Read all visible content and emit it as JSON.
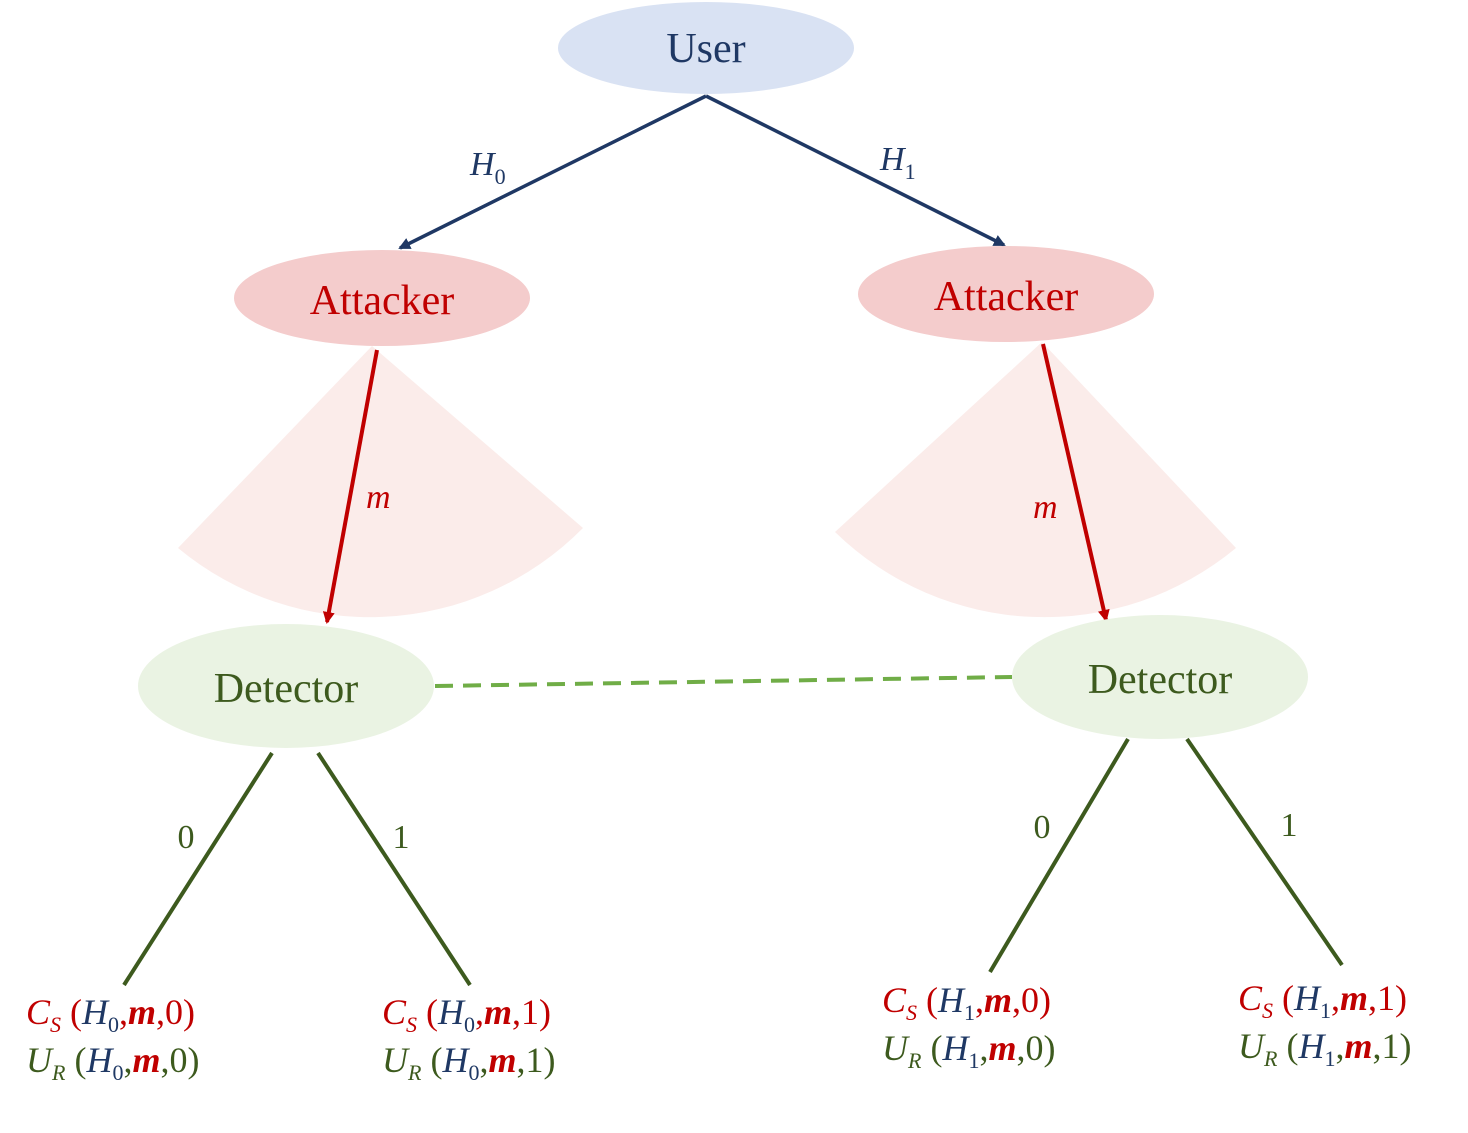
{
  "colors": {
    "user": "#1f3864",
    "user_fill": "#d9e2f3",
    "attacker": "#c00000",
    "attacker_fill": "#f4cccc",
    "attacker_fan": "#fbecea",
    "detector": "#3d5a1e",
    "detector_fill": "#eaf3e3",
    "info_set": "#70ad47"
  },
  "nodes": {
    "user": "User",
    "attacker_left": "Attacker",
    "attacker_right": "Attacker",
    "detector_left": "Detector",
    "detector_right": "Detector"
  },
  "edges": {
    "h0": {
      "symbol": "H",
      "sub": "0"
    },
    "h1": {
      "symbol": "H",
      "sub": "1"
    },
    "m_left": "m",
    "m_right": "m",
    "left_zero": "0",
    "left_one": "1",
    "right_zero": "0",
    "right_one": "1"
  },
  "payoffs": {
    "cost_symbol": "C",
    "cost_sub": "S",
    "utility_symbol": "U",
    "utility_sub": "R",
    "leaves": [
      {
        "h": "0",
        "m": "m",
        "d": "0"
      },
      {
        "h": "0",
        "m": "m",
        "d": "1"
      },
      {
        "h": "1",
        "m": "m",
        "d": "0"
      },
      {
        "h": "1",
        "m": "m",
        "d": "1"
      }
    ]
  }
}
